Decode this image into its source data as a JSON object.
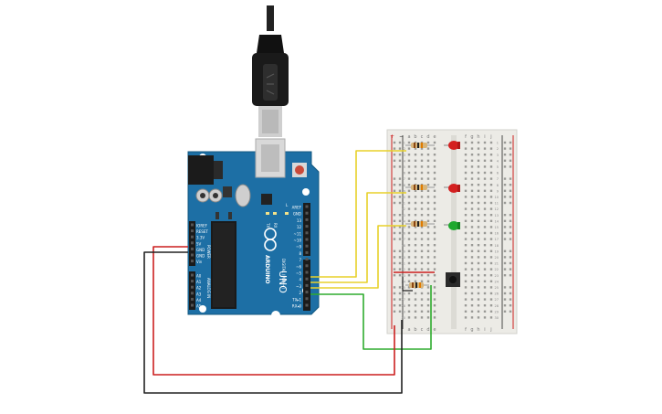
{
  "board": {
    "brand": "ARDUINO",
    "model": "UNO",
    "tx_label": "TX",
    "rx_label": "RX",
    "l_label": "L",
    "power_header_title": "POWER",
    "analog_header_title": "ANALOG IN",
    "digital_header_title": "DIGITAL (PWM~)",
    "power_pins": [
      "IOREF",
      "RESET",
      "3.3V",
      "5V",
      "GND",
      "GND",
      "Vin"
    ],
    "analog_pins": [
      "A0",
      "A1",
      "A2",
      "A3",
      "A4",
      "A5"
    ],
    "digital_pins": [
      "AREF",
      "GND",
      "13",
      "12",
      "~11",
      "~10",
      "~9",
      "8",
      "7",
      "~6",
      "~5",
      "4",
      "~3",
      "2",
      "TX▸1",
      "RX◂0"
    ]
  },
  "breadboard": {
    "columns_top": [
      "a",
      "b",
      "c",
      "d",
      "e",
      "f",
      "g",
      "h",
      "i",
      "j"
    ],
    "columns_bottom": [
      "a",
      "b",
      "c",
      "d",
      "e",
      "f",
      "g",
      "h",
      "i",
      "j"
    ],
    "rail_plus": "+",
    "rail_minus": "−",
    "row_numbers": [
      "1",
      "2",
      "3",
      "4",
      "5",
      "6",
      "7",
      "8",
      "9",
      "10",
      "11",
      "12",
      "13",
      "14",
      "15",
      "16",
      "17",
      "18",
      "19",
      "20",
      "21",
      "22",
      "23",
      "24",
      "25",
      "26",
      "27",
      "28",
      "29",
      "30"
    ]
  },
  "components": {
    "leds": [
      {
        "name": "led-red-1",
        "color": "#d42020"
      },
      {
        "name": "led-red-2",
        "color": "#d42020"
      },
      {
        "name": "led-green",
        "color": "#1fa82f"
      }
    ],
    "resistor_count": 4,
    "button": "pushbutton"
  },
  "colors": {
    "board_blue": "#1d6fa5",
    "wire_yellow": "#e8d12a",
    "wire_green": "#2eab2e",
    "wire_red": "#cc1f1f",
    "wire_black": "#222222",
    "breadboard": "#ecebe6"
  }
}
